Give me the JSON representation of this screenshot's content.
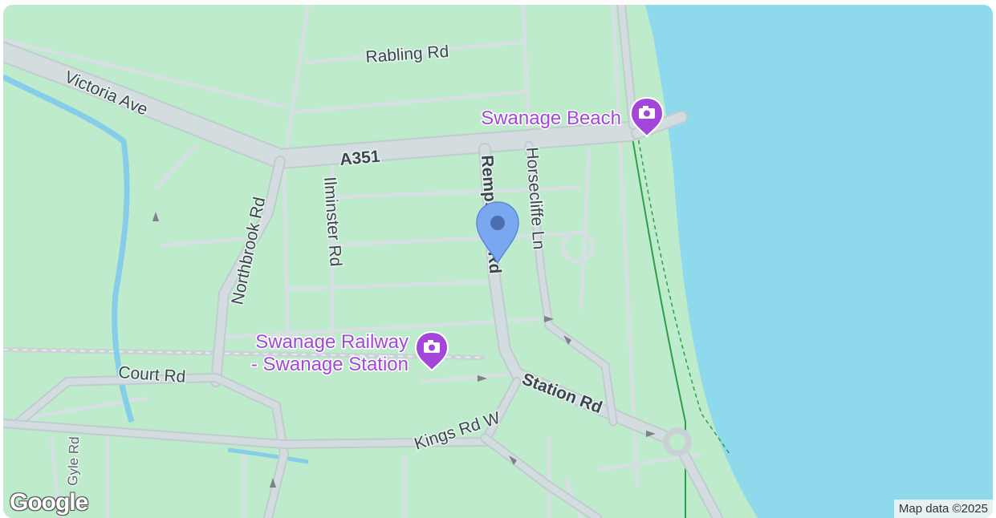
{
  "map": {
    "colors": {
      "land": "#bdebcb",
      "water": "#8fd9ec",
      "road": "#d3dde0",
      "road_edge": "#c2ccd0",
      "poi": "#a347d9",
      "marker": "#7aa8f0"
    },
    "roads": {
      "victoria": "Victoria Ave",
      "a351": "A351",
      "rabling": "Rabling Rd",
      "northbrook": "Northbrook Rd",
      "ilminster": "Ilminster Rd",
      "rempstone": "Rempstone Rd",
      "rempstone_rd": "Rd",
      "horsecliffe": "Horsecliffe Ln",
      "court": "Court Rd",
      "station": "Station Rd",
      "kings": "Kings Rd W",
      "gyle": "Gyle Rd"
    },
    "pois": {
      "beach": "Swanage Beach",
      "railway_line1": "Swanage Railway",
      "railway_line2": "- Swanage Station"
    },
    "icons": {
      "poi": "camera-icon",
      "marker": "location-pin-icon"
    },
    "branding": {
      "logo": "Google",
      "attribution": "Map data ©2025"
    }
  }
}
